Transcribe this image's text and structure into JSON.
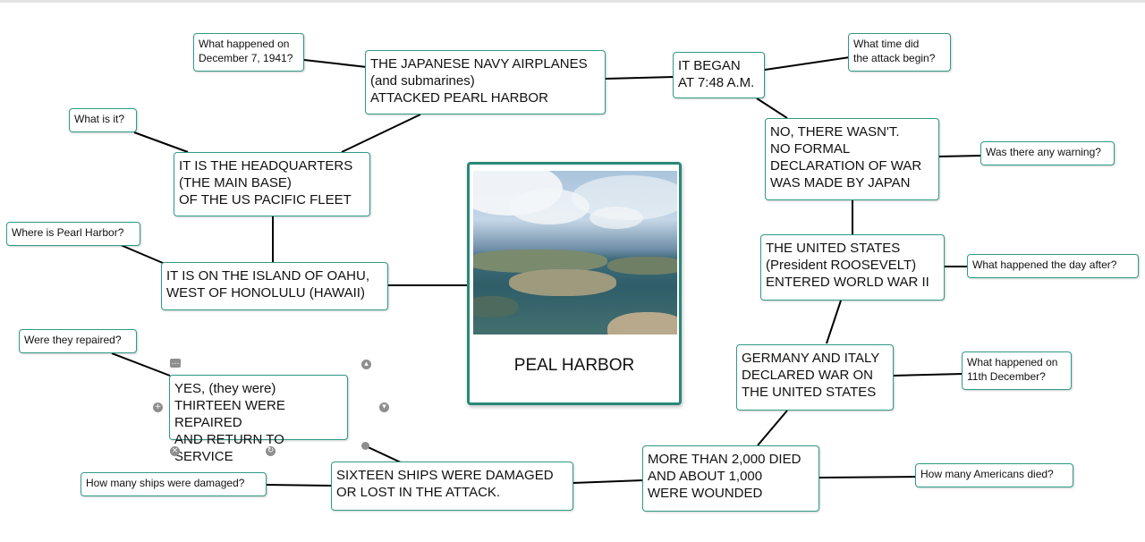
{
  "center": {
    "title": "PEAL HARBOR"
  },
  "questions": {
    "what_happened": "What happened on\nDecember 7, 1941?",
    "what_time": "What time did\nthe attack begin?",
    "what_is_it": "What is it?",
    "where": "Where is Pearl Harbor?",
    "warning": "Was there any warning?",
    "day_after": "What happened the day after?",
    "repaired": "Were they repaired?",
    "dec_11": "What happened on\n11th December?",
    "ships_damaged": "How many ships were damaged?",
    "americans_died": "How many Americans died?"
  },
  "answers": {
    "japanese_attack": "THE JAPANESE NAVY AIRPLANES\n(and submarines)\nATTACKED PEARL HARBOR",
    "time": "IT BEGAN\nAT 7:48 A.M.",
    "headquarters": "IT IS THE HEADQUARTERS\n(THE MAIN BASE)\nOF THE US PACIFIC FLEET",
    "location": "IT IS ON THE ISLAND OF OAHU,\nWEST OF HONOLULU (HAWAII)",
    "no_warning": "NO, THERE WASN'T.\nNO FORMAL\nDECLARATION OF WAR\nWAS MADE BY JAPAN",
    "us_entered": "THE UNITED STATES\n(President ROOSEVELT)\nENTERED WORLD WAR II",
    "germany_italy": "GERMANY AND ITALY\nDECLARED WAR ON\nTHE UNITED STATES",
    "repaired": "YES, (they were)\nTHIRTEEN WERE REPAIRED\nAND RETURN TO SERVICE",
    "ships": "SIXTEEN SHIPS WERE DAMAGED\nOR LOST IN THE ATTACK.",
    "casualties": "MORE THAN 2,000 DIED\nAND ABOUT 1,000\nWERE WOUNDED"
  },
  "colors": {
    "border": "#2f9a85",
    "center_border": "#2a8878",
    "link": "#000000"
  }
}
